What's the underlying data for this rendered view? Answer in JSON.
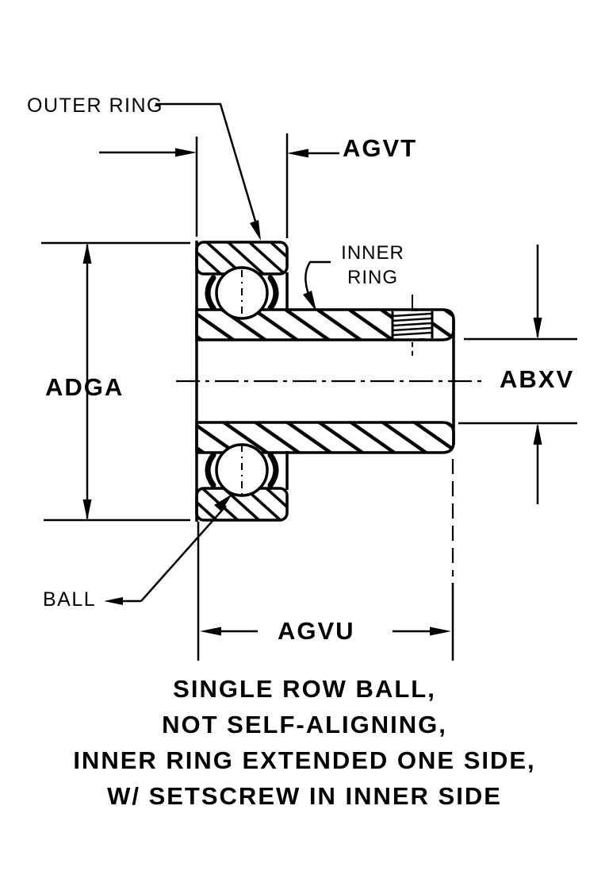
{
  "title": {
    "lines": [
      "SINGLE ROW BALL,",
      "NOT SELF-ALIGNING,",
      "INNER RING EXTENDED ONE SIDE,",
      "W/ SETSCREW IN INNER SIDE"
    ]
  },
  "part_labels": {
    "outer_ring": "OUTER RING",
    "inner_ring": "INNER\nRING",
    "ball": "BALL"
  },
  "dimension_labels": {
    "outer_ring_width": "AGVT",
    "outer_diameter": "ADGA",
    "bore_diameter": "ABXV",
    "inner_ring_width": "AGVU"
  },
  "colors": {
    "ink": "#000000",
    "background": "#ffffff"
  }
}
